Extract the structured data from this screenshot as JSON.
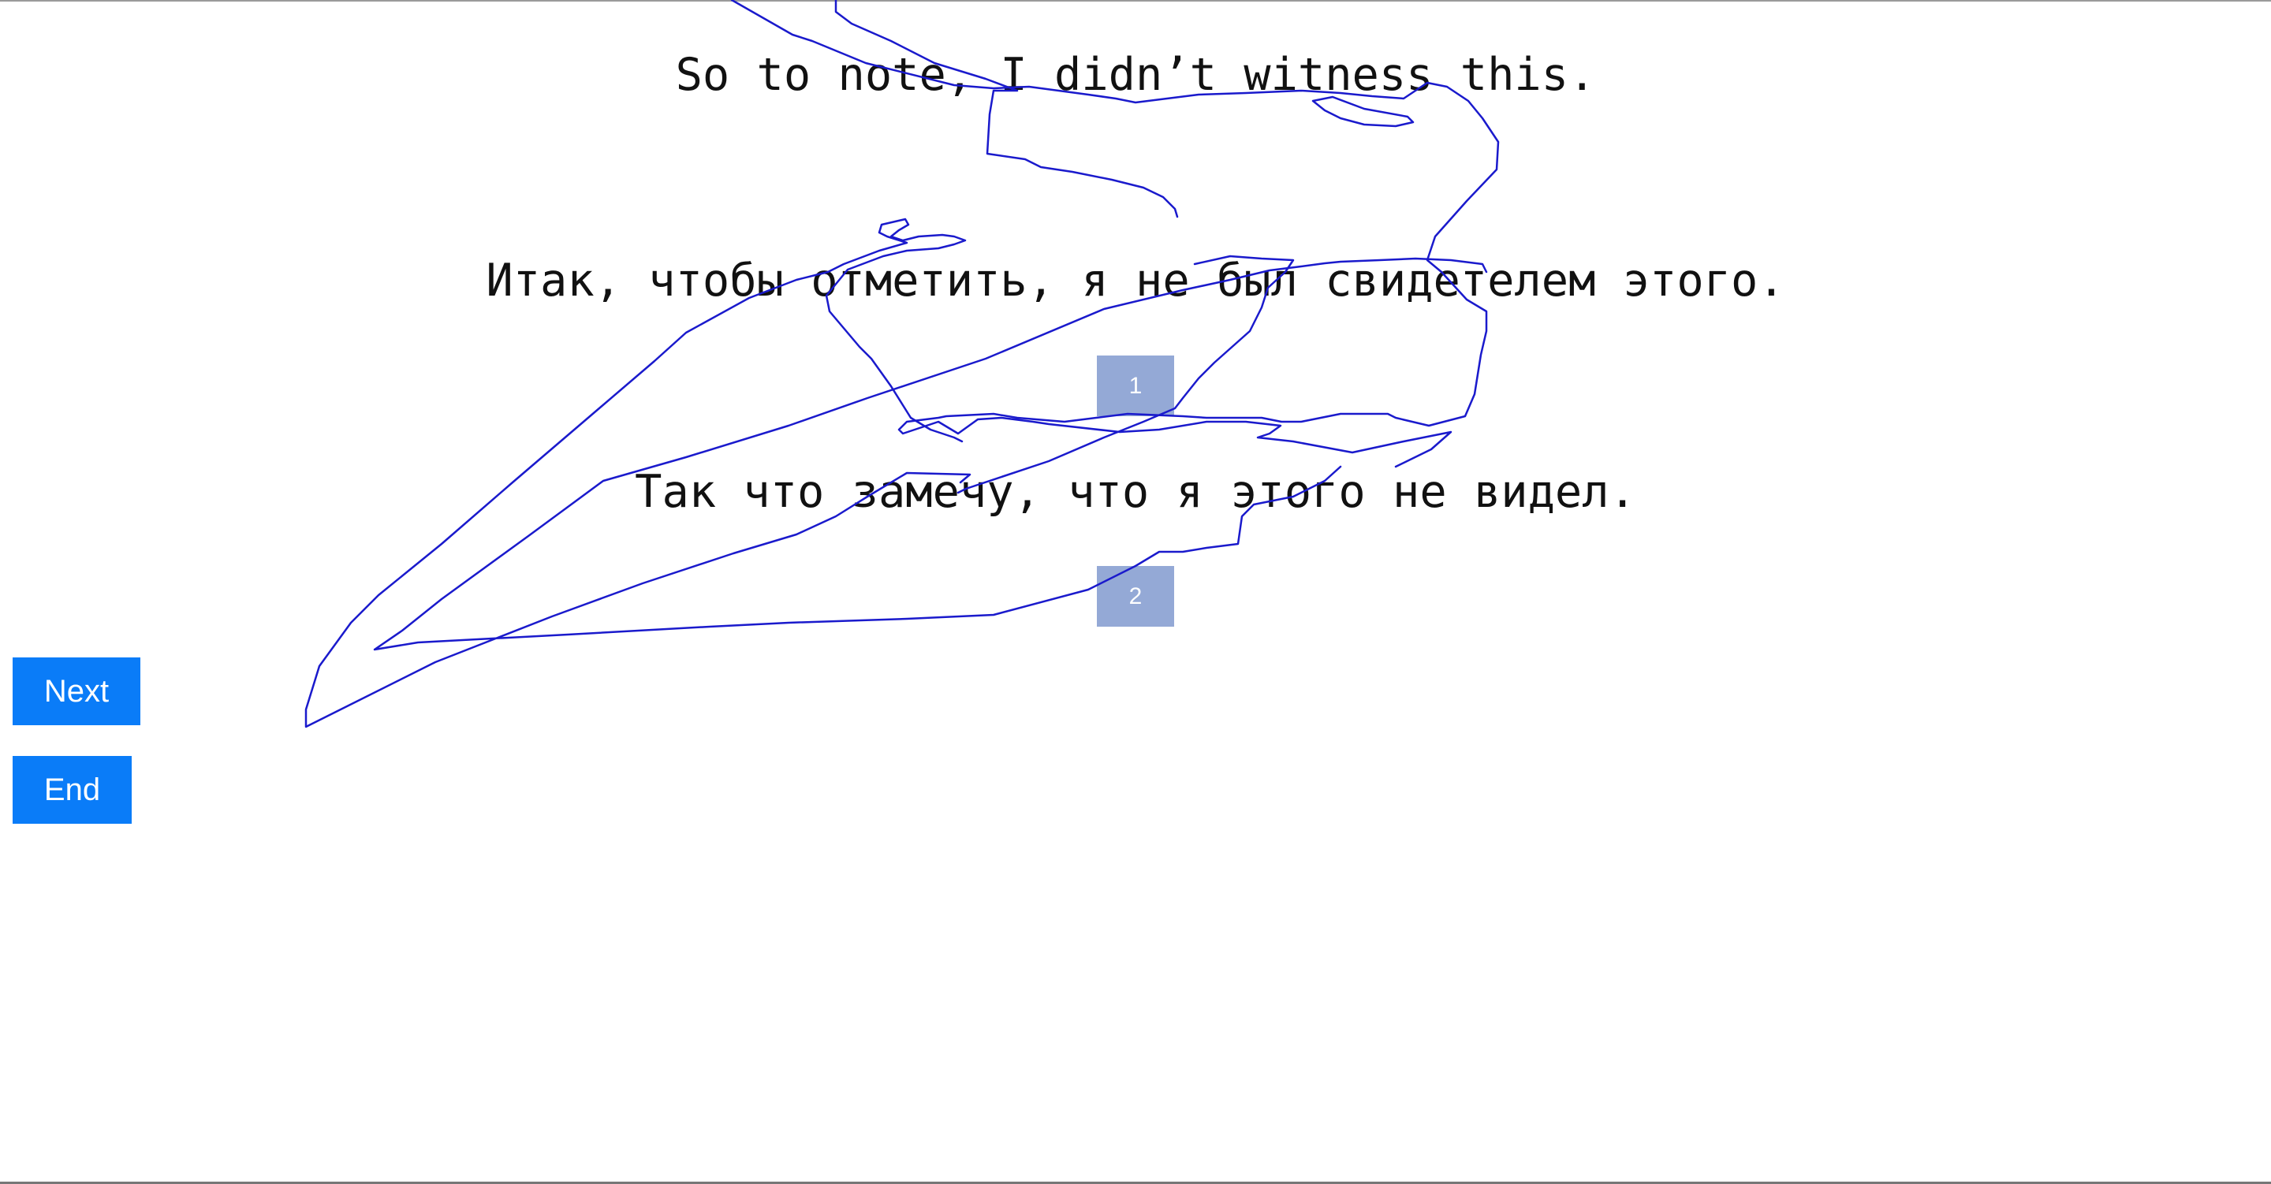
{
  "sentences": [
    "So to note, I didn’t witness this.",
    "Итак, чтобы отметить, я не был свидетелем этого.",
    "Так что замечу, что я этого не видел."
  ],
  "option_numbers": [
    "1",
    "2"
  ],
  "buttons": {
    "next": "Next",
    "end": "End"
  },
  "colors": {
    "button": "#0a7cf8",
    "number_box": "#94a9d6",
    "pen_stroke": "#1a1acc"
  }
}
